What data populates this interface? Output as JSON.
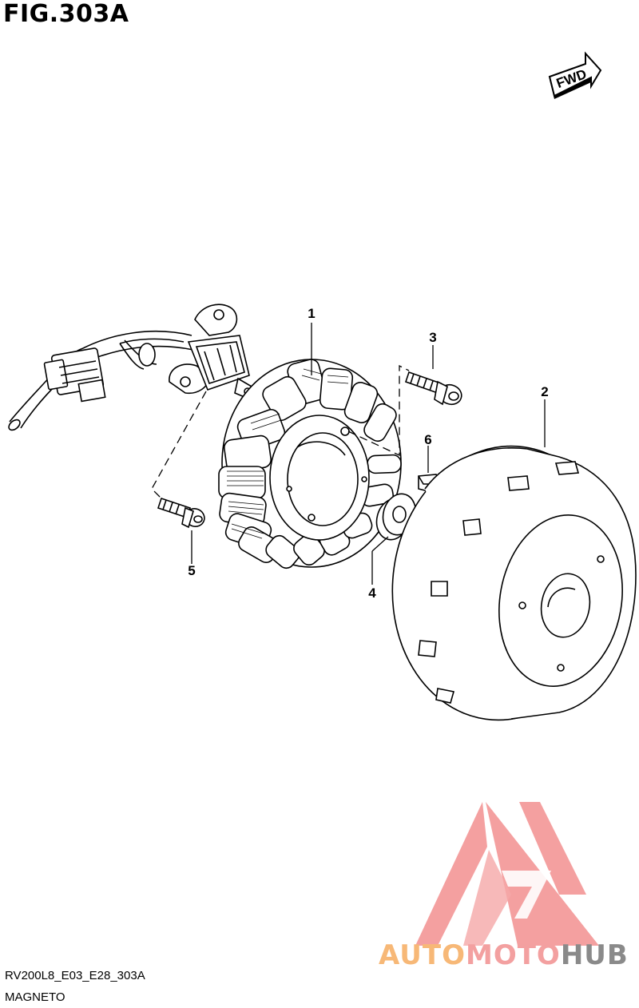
{
  "figure": {
    "title": "FIG.303A",
    "direction_label": "FWD",
    "code": "RV200L8_E03_E28_303A",
    "name": "MAGNETO"
  },
  "callouts": [
    {
      "number": "1",
      "part": "stator"
    },
    {
      "number": "2",
      "part": "rotor"
    },
    {
      "number": "3",
      "part": "bolt"
    },
    {
      "number": "4",
      "part": "washer"
    },
    {
      "number": "5",
      "part": "bolt"
    },
    {
      "number": "6",
      "part": "key"
    }
  ],
  "watermark": {
    "part1": "AUTO",
    "part2": "MOTO",
    "part3": "HUB",
    "colors": {
      "auto": "#f7b877",
      "moto": "#f3a0a0",
      "hub": "#8a8a8a",
      "logo": "#f08080"
    }
  }
}
